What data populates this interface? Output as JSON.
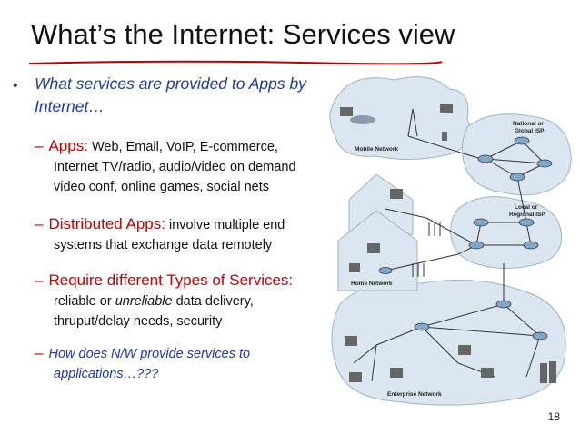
{
  "slide": {
    "title": "What’s the Internet:  Services view",
    "question": "What services are provided to Apps by Internet…",
    "items": [
      {
        "head": "Apps:",
        "rest": "  Web,  Email,  VoIP,  E-commerce,"
      },
      {
        "line2": "Internet TV/radio, audio/video on demand"
      },
      {
        "line3": "video conf, online games,  social nets"
      }
    ],
    "dist_head": "Distributed Apps:",
    "dist_rest": "  involve multiple end",
    "dist_line2": "systems that exchange data remotely",
    "req_head": "Require different Types of Services:",
    "req_line1_a": "reliable or ",
    "req_line1_b": "unreliable",
    "req_line1_c": " data delivery,",
    "req_line2": "thruput/delay needs, security",
    "how_line1": "How does N/W provide services to",
    "how_line2": "applications…???",
    "page_number": "18"
  },
  "diagram": {
    "labels": {
      "mobile": "Mobile Network",
      "national_1": "National or",
      "national_2": "Global ISP",
      "local_1": "Local or",
      "local_2": "Regional ISP",
      "home": "Home Network",
      "enterprise": "Enterprise Network"
    }
  },
  "colors": {
    "title_underline": "#c00000",
    "accent_red": "#c00000",
    "accent_blue": "#1f3b9a",
    "cloud": "#dce6f0"
  }
}
